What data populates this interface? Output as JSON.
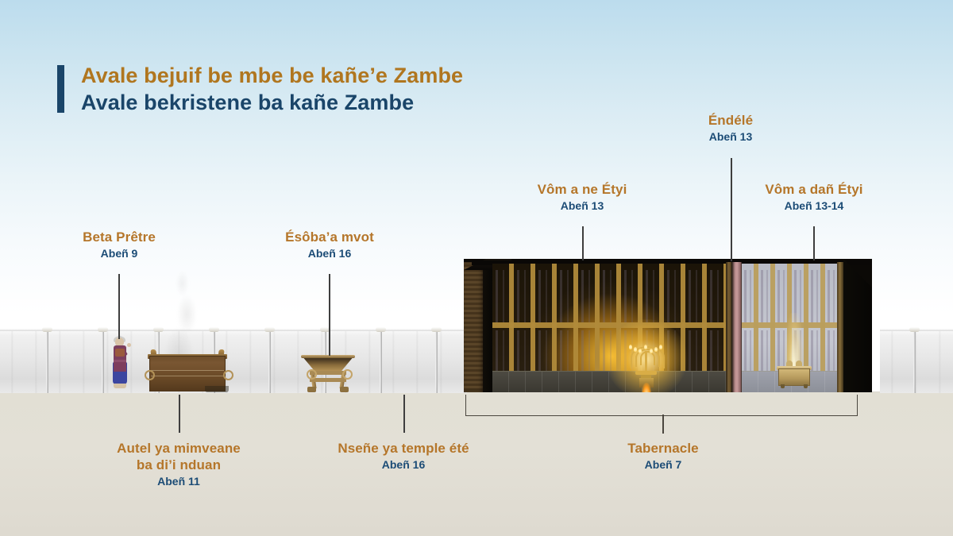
{
  "headline": {
    "line1": "Avale bejuif be mbe be kañe’e Zambe",
    "line2": "Avale bekristene ba kañe Zambe",
    "accent_color": "#1a4569",
    "line1_color": "#b0761f",
    "line2_color": "#1a4569"
  },
  "callouts": [
    {
      "id": "priest-house",
      "title": "Beta Prêtre",
      "subtitle": "Abeñ 9"
    },
    {
      "id": "basin",
      "title": "Ésôba’a mvot",
      "subtitle": "Abeñ 16"
    },
    {
      "id": "holy-place",
      "title": "Vôm a ne Étyi",
      "subtitle": "Abeñ 13"
    },
    {
      "id": "veil",
      "title": "Éndélé",
      "subtitle": "Abeñ 13"
    },
    {
      "id": "most-holy-place",
      "title": "Vôm a dañ Étyi",
      "subtitle": "Abeñ 13-14"
    },
    {
      "id": "bronze-altar",
      "title": "Autel ya mimveane",
      "title2": "ba di’i nduan",
      "subtitle": "Abeñ 11"
    },
    {
      "id": "courtyard-curtain",
      "title": "Nseñe ya temple été",
      "subtitle": "Abeñ 16"
    },
    {
      "id": "tabernacle",
      "title": "Tabernacle",
      "subtitle": "Abeñ 7"
    }
  ],
  "scene": {
    "sky_top": "#bcdced",
    "ground": "#e2dfd4",
    "curtain": "#e7e7e7",
    "title_text_color": "#b5762a",
    "subtitle_text_color": "#1c4c76",
    "leader_line_color": "#3e3e3e"
  }
}
